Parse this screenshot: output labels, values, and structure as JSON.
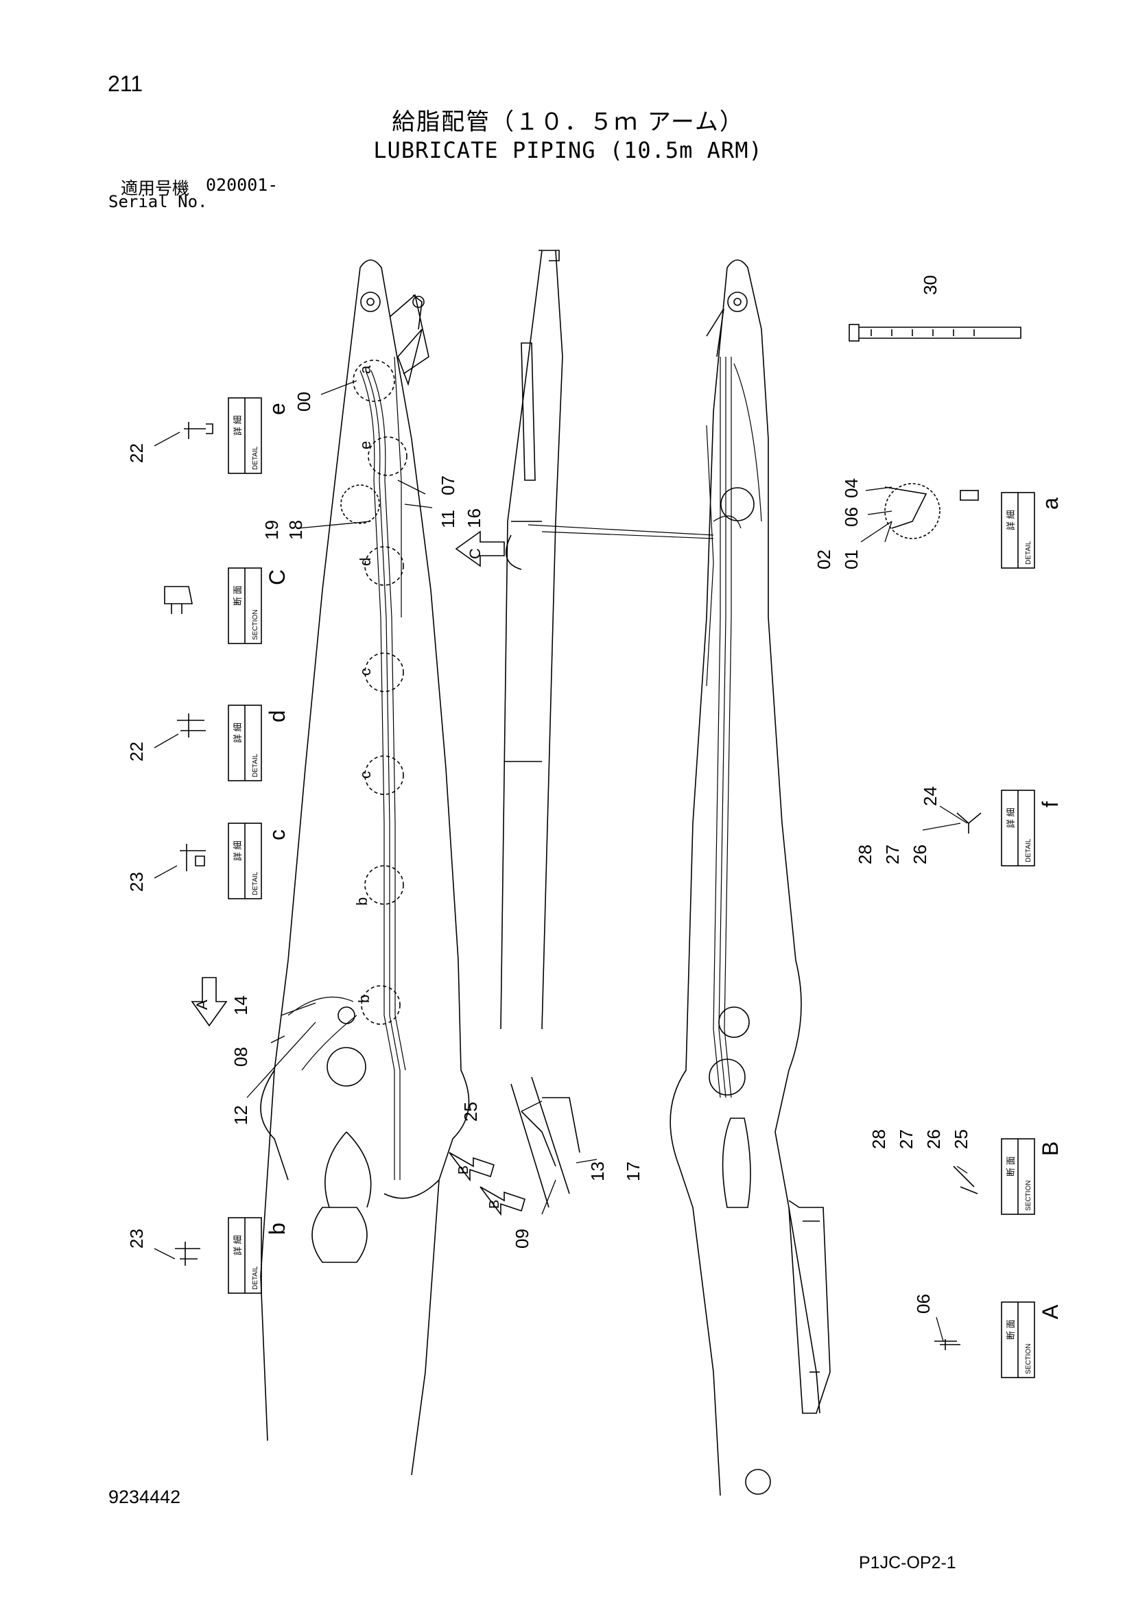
{
  "header": {
    "page_number": "211",
    "title_jp": "給脂配管（１０．５ｍ アーム）",
    "title_en": "LUBRICATE PIPING (10.5m ARM)",
    "serial_label_jp": "適用号機",
    "serial_number": "020001-",
    "serial_label_en": "Serial No."
  },
  "footer": {
    "drawing_number": "9234442",
    "sheet_code": "P1JC-OP2-1"
  },
  "detail_boxes": [
    {
      "kanji": "詳 細",
      "type": "DETAIL",
      "letter": "e"
    },
    {
      "kanji": "断 面",
      "type": "SECTION",
      "letter": "C"
    },
    {
      "kanji": "詳 細",
      "type": "DETAIL",
      "letter": "d"
    },
    {
      "kanji": "詳 細",
      "type": "DETAIL",
      "letter": "c"
    },
    {
      "kanji": "詳 細",
      "type": "DETAIL",
      "letter": "b"
    },
    {
      "kanji": "詳 細",
      "type": "DETAIL",
      "letter": "a"
    },
    {
      "kanji": "詳 細",
      "type": "DETAIL",
      "letter": "f"
    },
    {
      "kanji": "断 面",
      "type": "SECTION",
      "letter": "B"
    },
    {
      "kanji": "断 面",
      "type": "SECTION",
      "letter": "A"
    }
  ],
  "part_labels": [
    "00",
    "22",
    "18",
    "19",
    "07",
    "11",
    "16",
    "22",
    "23",
    "14",
    "08",
    "12",
    "23",
    "30",
    "04",
    "06",
    "02",
    "01",
    "24",
    "28",
    "27",
    "26",
    "25",
    "13",
    "17",
    "09",
    "28",
    "27",
    "26",
    "25",
    "06"
  ],
  "view_arrows": [
    "C",
    "A",
    "B",
    "B"
  ],
  "circle_markers": [
    "a",
    "e",
    "d",
    "c",
    "c",
    "b",
    "b"
  ]
}
